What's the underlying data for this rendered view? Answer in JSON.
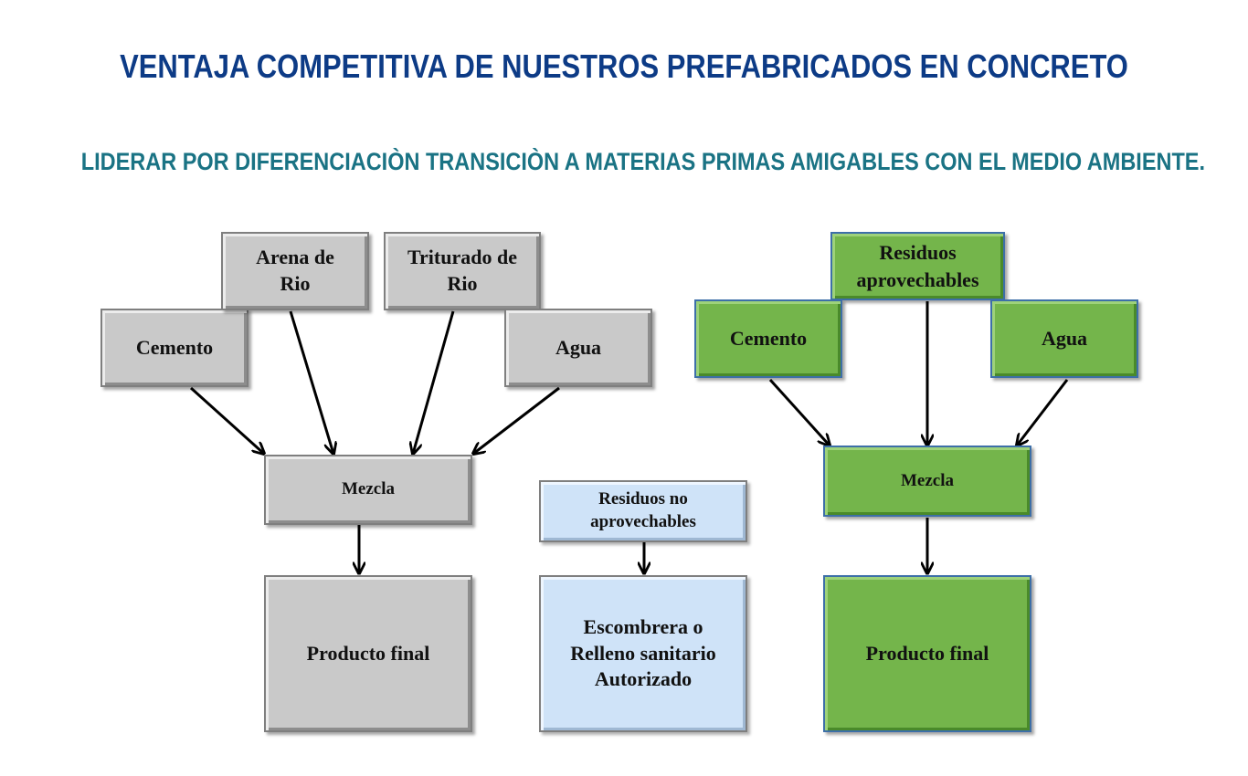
{
  "title": "VENTAJA COMPETITIVA DE NUESTROS PREFABRICADOS EN CONCRETO",
  "subtitle": "LIDERAR POR DIFERENCIACIÒN TRANSICIÒN A MATERIAS PRIMAS AMIGABLES CON EL MEDIO AMBIENTE.",
  "traditional": {
    "cemento": "Cemento",
    "arena_line1": "Arena de",
    "arena_line2": "Rio",
    "triturado_line1": "Triturado de",
    "triturado_line2": "Rio",
    "agua": "Agua",
    "mezcla": "Mezcla",
    "producto": "Producto final"
  },
  "residuos": {
    "no_aprov_line1": "Residuos no",
    "no_aprov_line2": "aprovechables",
    "destino_line1": "Escombrera o",
    "destino_line2": "Relleno sanitario",
    "destino_line3": "Autorizado"
  },
  "sustainable": {
    "residuos_line1": "Residuos",
    "residuos_line2": "aprovechables",
    "cemento": "Cemento",
    "agua": "Agua",
    "mezcla": "Mezcla",
    "producto": "Producto final"
  },
  "colors": {
    "title": "#0d3b86",
    "subtitle": "#1a7384",
    "gray_box": "#c9c9c9",
    "green_box": "#74b54b",
    "blue_box": "#cfe3f8"
  }
}
